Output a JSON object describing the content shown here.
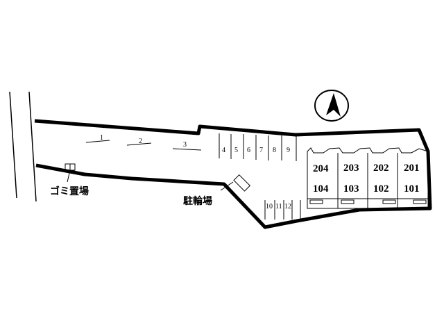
{
  "labels": {
    "garbage_area": "ゴミ置場",
    "bicycle_parking": "駐輪場"
  },
  "parking_spaces": [
    "1",
    "2",
    "3",
    "4",
    "5",
    "6",
    "7",
    "8",
    "9",
    "10",
    "11",
    "12"
  ],
  "units": {
    "upper": [
      "204",
      "203",
      "202",
      "201"
    ],
    "lower": [
      "104",
      "103",
      "102",
      "101"
    ]
  },
  "compass": {
    "icon": "north-arrow-icon"
  },
  "colors": {
    "ink": "#000000",
    "background": "#ffffff"
  }
}
